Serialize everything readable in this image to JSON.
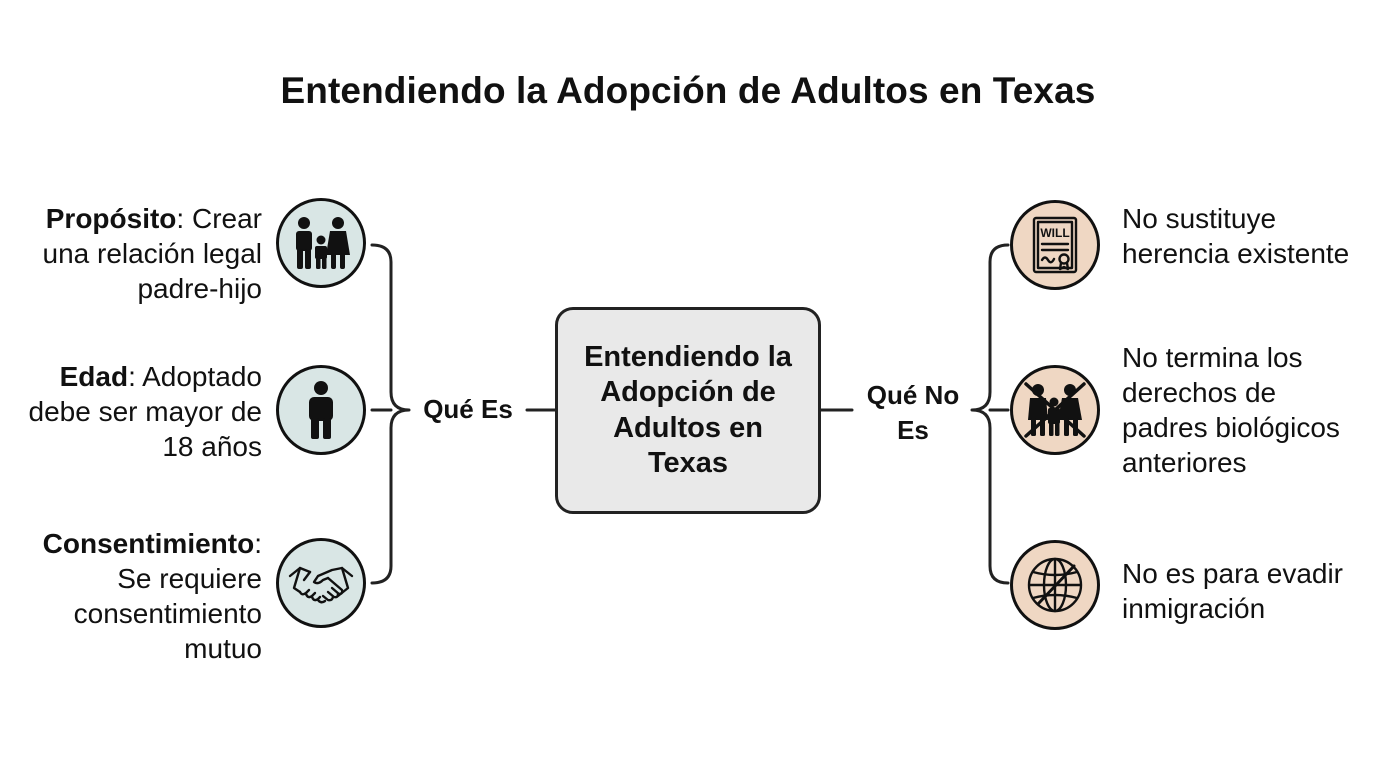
{
  "title": "Entendiendo la Adopción de Adultos en Texas",
  "center": {
    "label": "Entendiendo la Adopción de Adultos en Texas"
  },
  "left_branch": {
    "label": "Qué Es",
    "items": [
      {
        "term": "Propósito",
        "text": ": Crear una relación legal padre-hijo",
        "icon": "family-icon"
      },
      {
        "term": "Edad",
        "text": ": Adoptado debe ser mayor de 18 años",
        "icon": "adult-person-icon"
      },
      {
        "term": "Consentimiento",
        "text": ": Se requiere consentimiento mutuo",
        "icon": "handshake-icon"
      }
    ]
  },
  "right_branch": {
    "label": "Qué No Es",
    "items": [
      {
        "text": "No sustituye herencia existente",
        "icon": "will-document-icon",
        "icon_text": "WILL"
      },
      {
        "text": "No termina los derechos de padres biológicos anteriores",
        "icon": "crossed-out-family-icon"
      },
      {
        "text": "No es para evadir inmigración",
        "icon": "globe-icon"
      }
    ]
  },
  "colors": {
    "left_icon_fill": "#d9e6e5",
    "right_icon_fill": "#efd7c3",
    "center_fill": "#e9e9e9",
    "stroke": "#111111"
  }
}
